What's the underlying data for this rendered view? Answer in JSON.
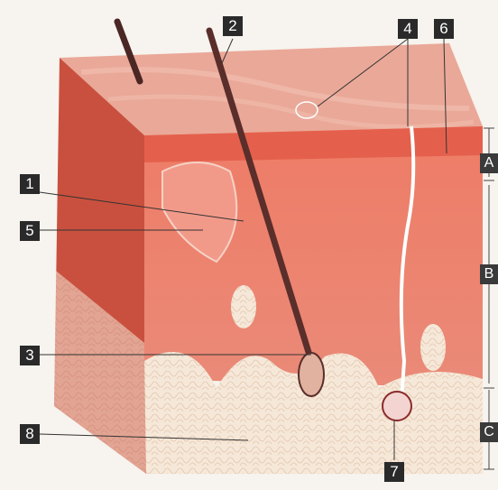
{
  "callouts": [
    {
      "id": "1",
      "text": "1"
    },
    {
      "id": "2",
      "text": "2"
    },
    {
      "id": "3",
      "text": "3"
    },
    {
      "id": "4",
      "text": "4"
    },
    {
      "id": "5",
      "text": "5"
    },
    {
      "id": "6",
      "text": "6"
    },
    {
      "id": "7",
      "text": "7"
    },
    {
      "id": "8",
      "text": "8"
    }
  ],
  "layers": [
    {
      "id": "A",
      "text": "A"
    },
    {
      "id": "B",
      "text": "B"
    },
    {
      "id": "C",
      "text": "C"
    }
  ],
  "colors": {
    "epidermis_top": "#e9a99a",
    "dermis": "#e8705c",
    "dermis_light": "#f09282",
    "subcutis_fat": "#f5e6d6",
    "side_face": "#c84a3a",
    "hair": "#5a2e2a",
    "label_bg": "#2a2a2a"
  }
}
